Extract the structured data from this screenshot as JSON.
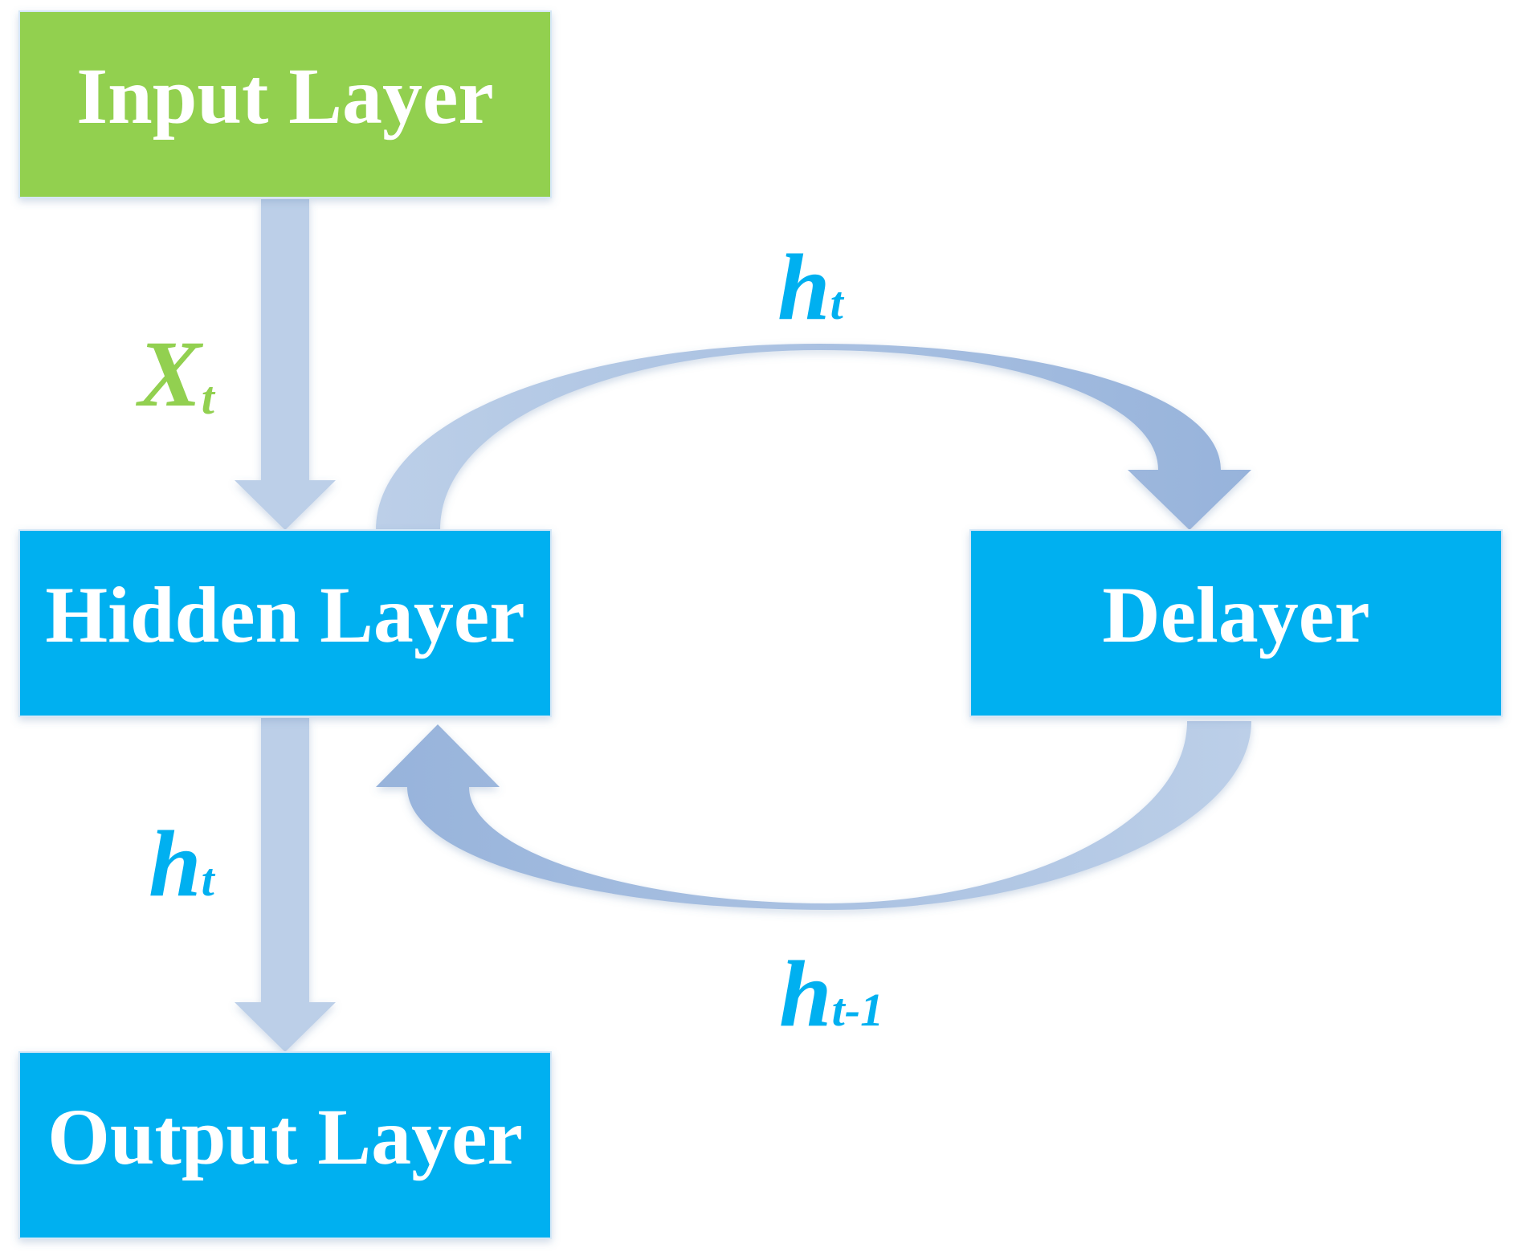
{
  "colors": {
    "input_fill": "#92D050",
    "layer_fill": "#00B0F0",
    "arrow_light": "#BCCFE8",
    "arrow_dark": "#97B3DB",
    "label_green": "#92D050",
    "label_blue": "#00B0F0"
  },
  "nodes": {
    "input": "Input Layer",
    "hidden": "Hidden Layer",
    "delayer": "Delayer",
    "output": "Output Layer"
  },
  "edges": {
    "input_to_hidden": {
      "base": "X",
      "sub": "t"
    },
    "hidden_to_output": {
      "base": "h",
      "sub": "t"
    },
    "hidden_to_delayer": {
      "base": "h",
      "sub": "t"
    },
    "delayer_to_hidden": {
      "base": "h",
      "sub": "t-1"
    }
  }
}
